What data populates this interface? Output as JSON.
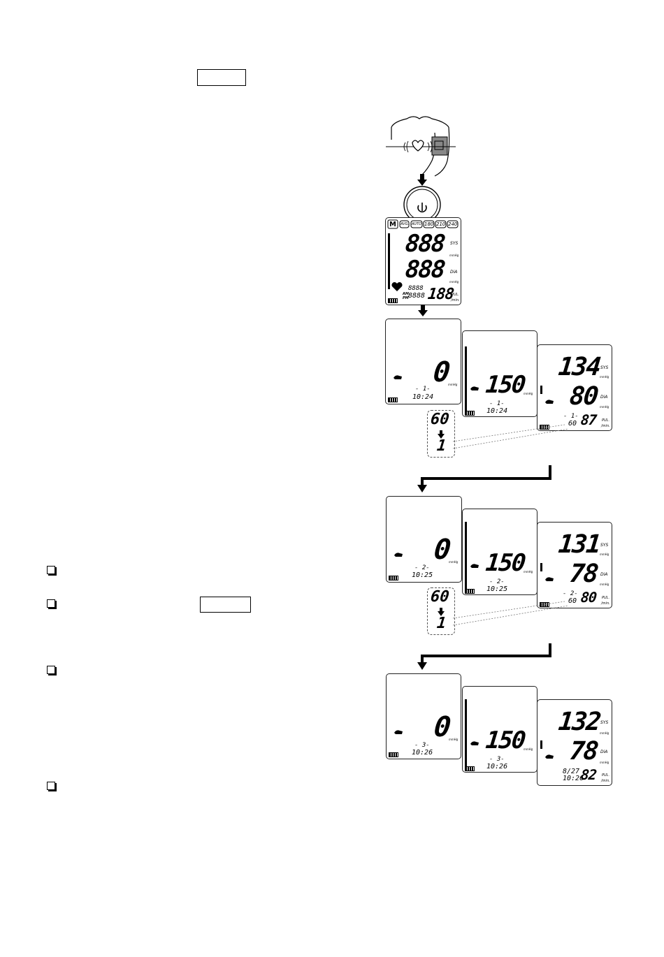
{
  "screen_full": {
    "labels": [
      "M",
      "AVG.",
      "AUTO",
      "180",
      "210",
      "240"
    ],
    "sys_digits": "888",
    "dia_digits": "888",
    "sys_unit": "SYS",
    "dia_unit": "DiA",
    "mmhg": "mmHg",
    "date_top": "8888",
    "date_bottom": "8888",
    "am": "AM",
    "pm": "PM",
    "pulse": "188",
    "pul": "PUL.",
    "min": "/min."
  },
  "sequences": [
    {
      "zero": {
        "value": "0",
        "unit": "mmHg",
        "counter": "- 1-",
        "time": "10:24"
      },
      "inflate": {
        "value": "150",
        "unit": "mmHg",
        "counter": "- 1-",
        "time": "10:24"
      },
      "result": {
        "sys": "134",
        "dia": "80",
        "pulse": "87",
        "counter": "- 1-",
        "sub": "60",
        "sys_label": "SYS",
        "dia_label": "DiA",
        "mmhg": "mmHg",
        "pul": "PUL.",
        "min": "/min."
      },
      "countdown": {
        "from": "60",
        "to": "1"
      }
    },
    {
      "zero": {
        "value": "0",
        "unit": "mmHg",
        "counter": "- 2-",
        "time": "10:25"
      },
      "inflate": {
        "value": "150",
        "unit": "mmHg",
        "counter": "- 2-",
        "time": "10:25"
      },
      "result": {
        "sys": "131",
        "dia": "78",
        "pulse": "80",
        "counter": "- 2-",
        "sub": "60",
        "sys_label": "SYS",
        "dia_label": "DiA",
        "mmhg": "mmHg",
        "pul": "PUL.",
        "min": "/min."
      },
      "countdown": {
        "from": "60",
        "to": "1"
      }
    },
    {
      "zero": {
        "value": "0",
        "unit": "mmHg",
        "counter": "- 3-",
        "time": "10:26"
      },
      "inflate": {
        "value": "150",
        "unit": "mmHg",
        "counter": "- 3-",
        "time": "10:26"
      },
      "result": {
        "sys": "132",
        "dia": "78",
        "pulse": "82",
        "date": "8/27",
        "time": "10:26",
        "sys_label": "SYS",
        "dia_label": "DiA",
        "mmhg": "mmHg",
        "pul": "PUL.",
        "min": "/min."
      }
    }
  ]
}
